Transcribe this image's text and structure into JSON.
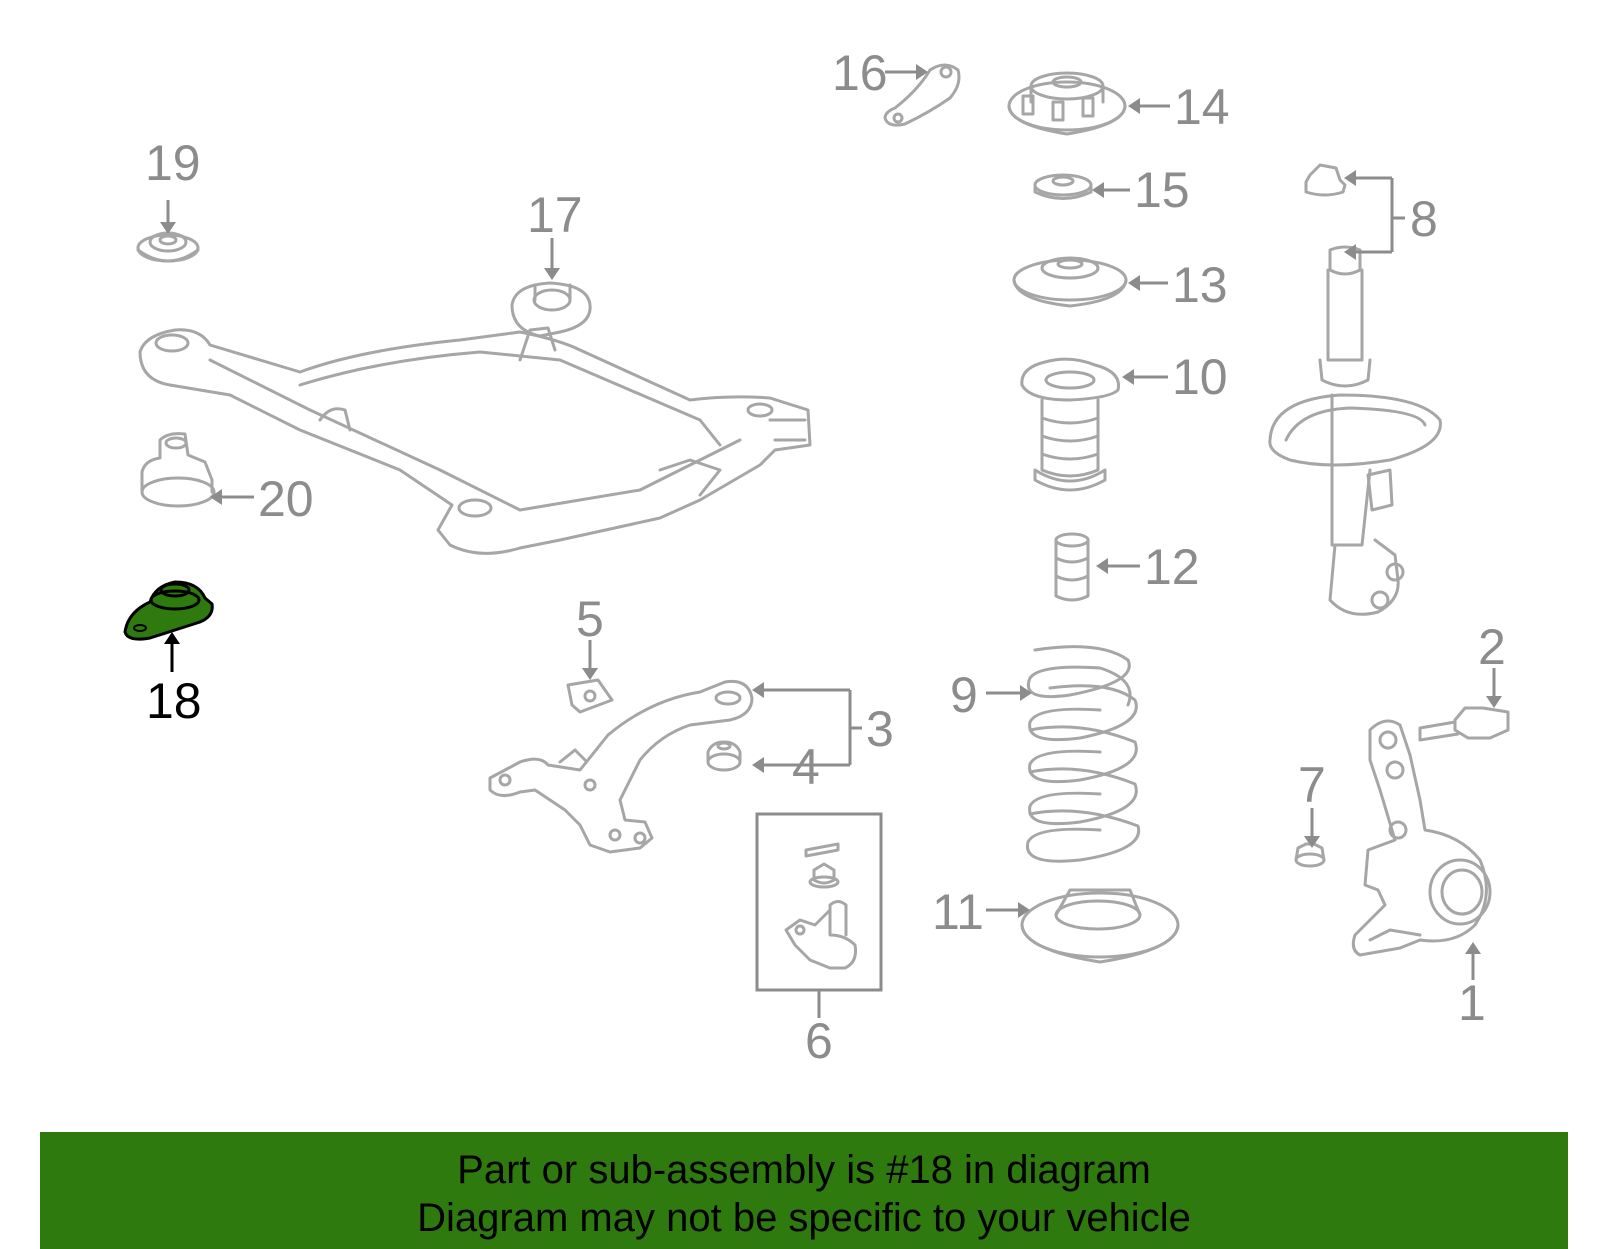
{
  "diagram": {
    "callouts": [
      {
        "id": "1",
        "label": "1"
      },
      {
        "id": "2",
        "label": "2"
      },
      {
        "id": "3",
        "label": "3"
      },
      {
        "id": "4",
        "label": "4"
      },
      {
        "id": "5",
        "label": "5"
      },
      {
        "id": "6",
        "label": "6"
      },
      {
        "id": "7",
        "label": "7"
      },
      {
        "id": "8",
        "label": "8"
      },
      {
        "id": "9",
        "label": "9"
      },
      {
        "id": "10",
        "label": "10"
      },
      {
        "id": "11",
        "label": "11"
      },
      {
        "id": "12",
        "label": "12"
      },
      {
        "id": "13",
        "label": "13"
      },
      {
        "id": "14",
        "label": "14"
      },
      {
        "id": "15",
        "label": "15"
      },
      {
        "id": "16",
        "label": "16"
      },
      {
        "id": "17",
        "label": "17"
      },
      {
        "id": "18",
        "label": "18"
      },
      {
        "id": "19",
        "label": "19"
      },
      {
        "id": "20",
        "label": "20"
      }
    ],
    "highlighted_part": "18"
  },
  "banner": {
    "line1": "Part or sub-assembly is #18 in diagram",
    "line2": "Diagram may not be specific to your vehicle"
  },
  "colors": {
    "line_art": "#a6a6a6",
    "callout_text": "#8c8c8c",
    "highlight_fill": "#2f7a0f",
    "banner_background": "#2f7a0f"
  }
}
